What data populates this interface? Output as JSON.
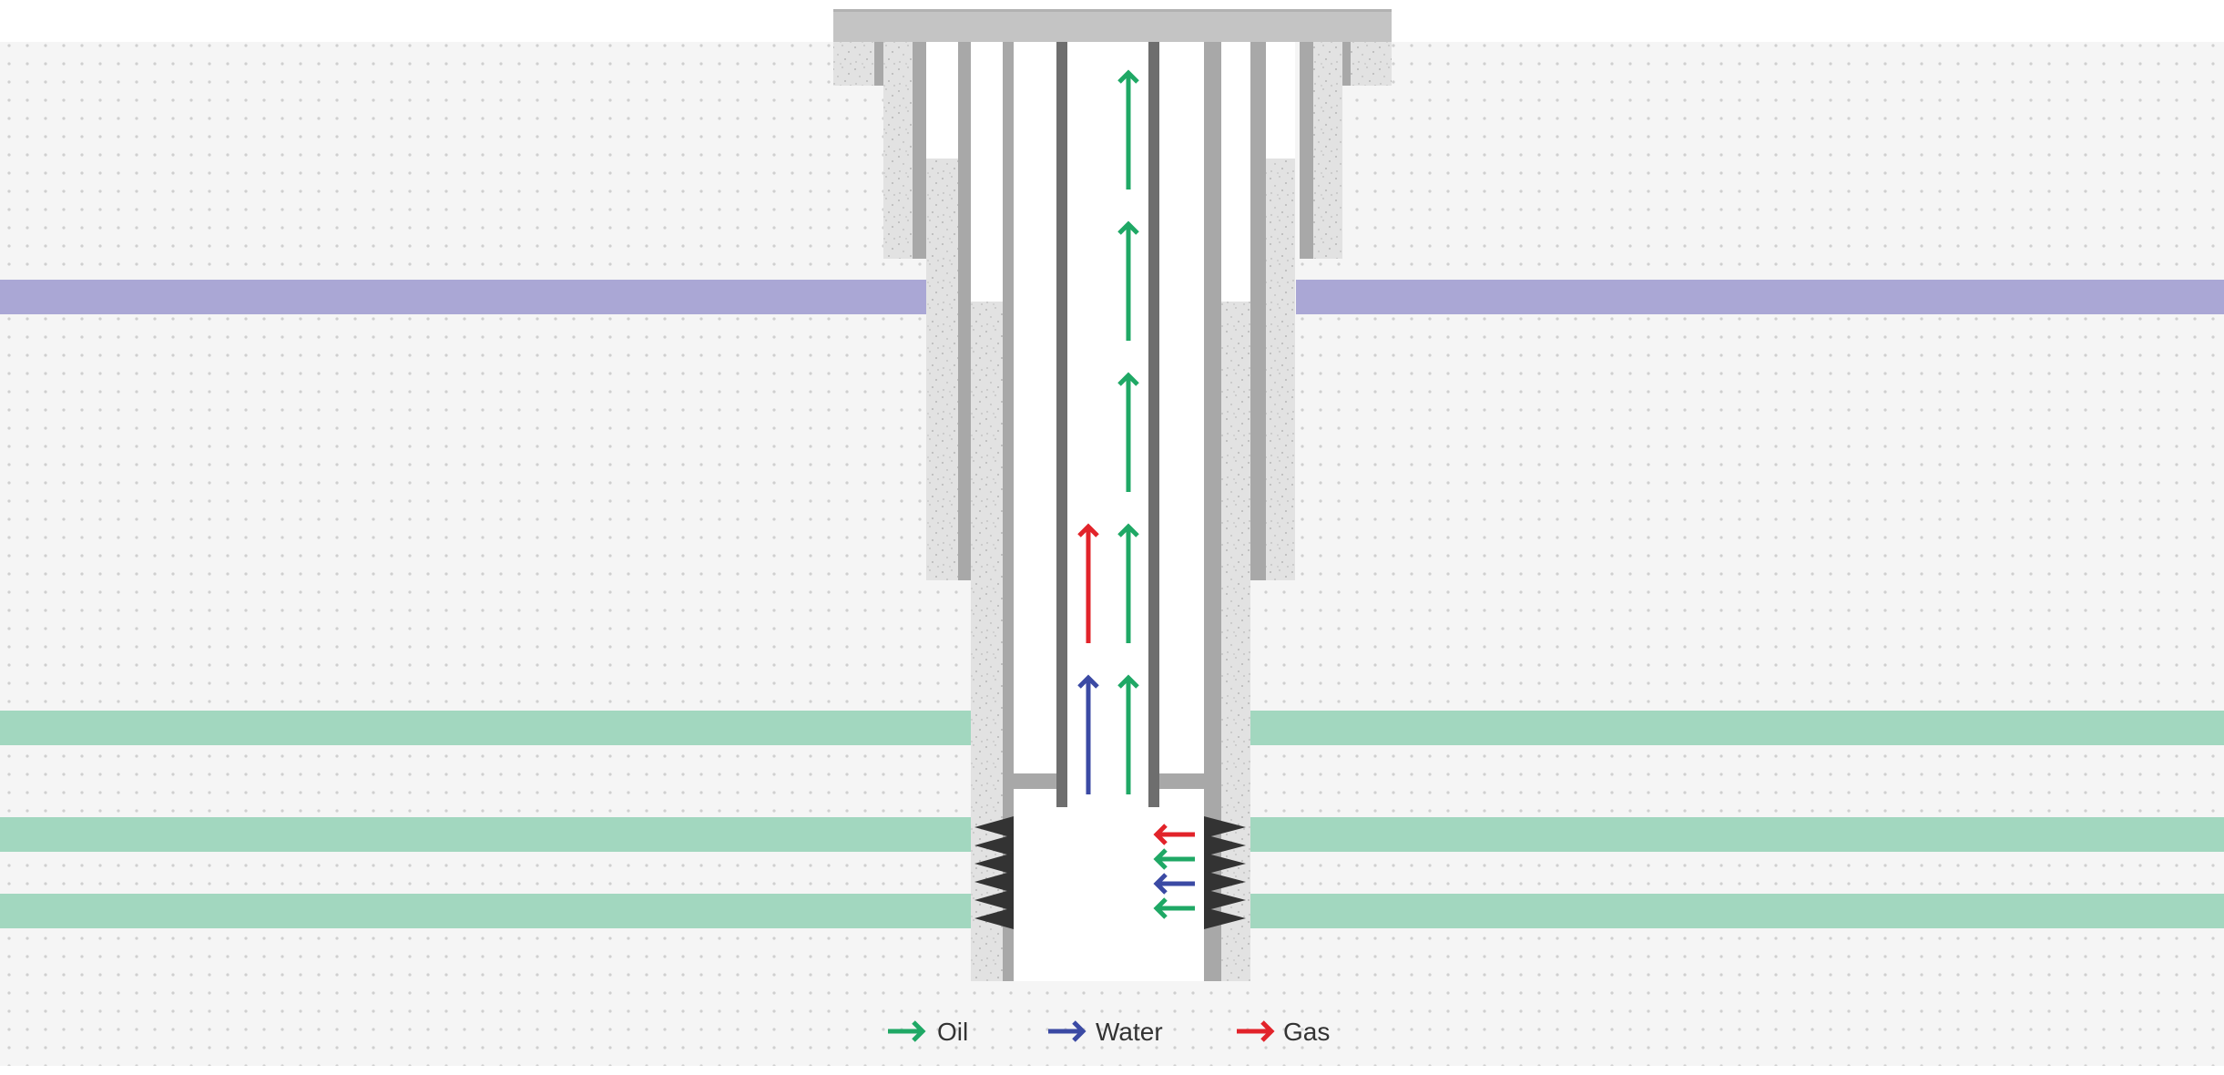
{
  "legend": {
    "items": [
      {
        "key": "oil",
        "label": "Oil",
        "color": "#1fa865"
      },
      {
        "key": "water",
        "label": "Water",
        "color": "#3b4aa4"
      },
      {
        "key": "gas",
        "label": "Gas",
        "color": "#e2232a"
      }
    ]
  },
  "colors": {
    "background": "#f5f5f5",
    "dots": "#cfcfcf",
    "purple_layer": "#aaa7d5",
    "green_layer": "#a2d7bf",
    "cement": "#e2e2e2",
    "cement_speckle": "#a9a9a9",
    "casing": "#a8a8a8",
    "tubing": "#6e6e6e",
    "wellhead": "#c4c4c4",
    "perforation": "#333333",
    "bore": "#ffffff"
  },
  "icons": {
    "arrow": "arrow-icon",
    "perforation": "perforation-charge-icon"
  }
}
